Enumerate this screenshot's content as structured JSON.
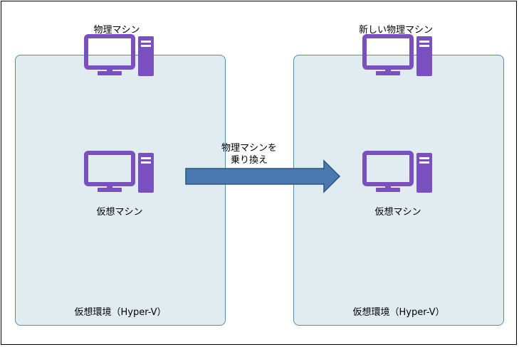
{
  "colors": {
    "environment_fill": "#e1ecf1",
    "environment_border": "#5b8aa6",
    "computer_icon": "#7a4fc0",
    "arrow_fill": "#4a78b0",
    "arrow_border": "#2e5580"
  },
  "left": {
    "physical_label": "物理マシン",
    "vm_label": "仮想マシン",
    "environment_label": "仮想環境（Hyper-V）"
  },
  "right": {
    "physical_label": "新しい物理マシン",
    "vm_label": "仮想マシン",
    "environment_label": "仮想環境（Hyper-V）"
  },
  "arrow": {
    "line1": "物理マシンを",
    "line2": "乗り換え"
  },
  "icons": {
    "physical_machine": "desktop-computer-icon",
    "virtual_machine": "desktop-computer-icon"
  }
}
